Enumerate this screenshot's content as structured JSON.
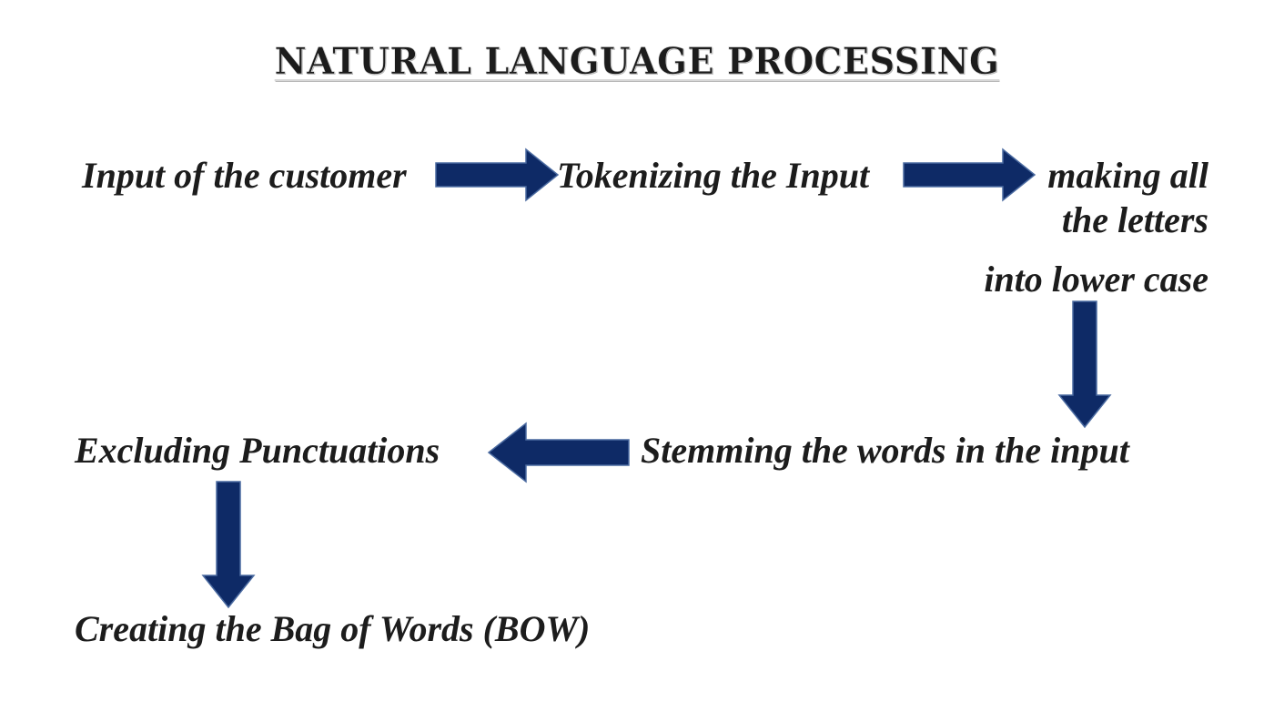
{
  "title": "NATURAL LANGUAGE PROCESSING",
  "steps": {
    "input": "Input of the customer",
    "tokenize": "Tokenizing the Input",
    "lowercase_line1": "making all",
    "lowercase_line2": "the letters",
    "lowercase_line3": "into lower case",
    "stem": "Stemming the words in the input",
    "punctuation": "Excluding Punctuations",
    "bow": "Creating the Bag of Words (BOW)"
  },
  "arrows": [
    {
      "from": "input",
      "to": "tokenize",
      "direction": "right"
    },
    {
      "from": "tokenize",
      "to": "lowercase",
      "direction": "right"
    },
    {
      "from": "lowercase",
      "to": "stem",
      "direction": "down"
    },
    {
      "from": "stem",
      "to": "punctuation",
      "direction": "left"
    },
    {
      "from": "punctuation",
      "to": "bow",
      "direction": "down"
    }
  ],
  "colors": {
    "arrow_fill": "#0e2a66",
    "arrow_outline": "#4a6aa0",
    "text": "#1c1c1c"
  }
}
